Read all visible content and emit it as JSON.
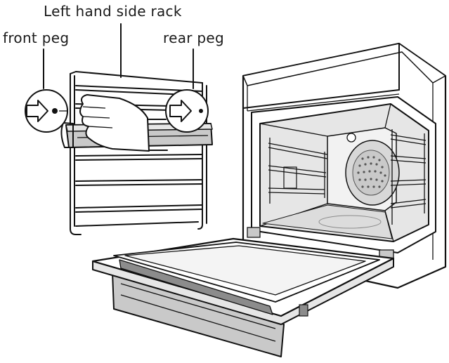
{
  "labels": {
    "rack": "Left hand side rack",
    "front_peg": "front peg",
    "rear_peg": "rear peg"
  },
  "colors": {
    "line": "#111111",
    "panel": "#ffffff",
    "shade_light": "#e6e6e6",
    "shade_mid": "#c9c9c9",
    "shade_dark": "#8c8c8c"
  },
  "icons": [
    "arrow-right-icon",
    "hand-icon",
    "fan-icon"
  ]
}
